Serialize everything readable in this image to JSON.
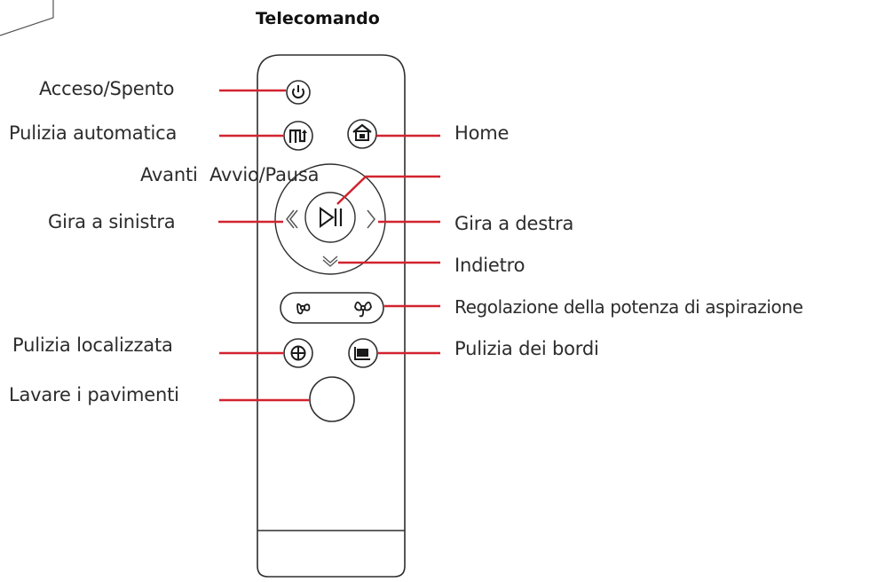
{
  "title": "Telecomando",
  "colors": {
    "leader_line": "#d2232f",
    "outline": "#2e2e2e",
    "text": "#2c2c2c"
  },
  "labels": {
    "power": "Acceso/Spento",
    "auto_clean": "Pulizia automatica",
    "home": "Home",
    "forward": "Avanti",
    "play_pause": "Avvio/Pausa",
    "turn_left": "Gira a sinistra",
    "turn_right": "Gira a destra",
    "back": "Indietro",
    "suction": "Regolazione della potenza di aspirazione",
    "spot_clean": "Pulizia localizzata",
    "edge_clean": "Pulizia dei bordi",
    "mop": "Lavare i pavimenti"
  },
  "icons": {
    "power": "power-icon",
    "auto_clean": "auto-clean-icon",
    "home": "home-icon",
    "play_pause": "play-pause-icon",
    "turn_left": "chevron-left-icon",
    "turn_right": "chevron-right-icon",
    "back": "chevron-down-icon",
    "suction_low": "fan-low-icon",
    "suction_high": "fan-high-icon",
    "spot_clean": "spot-clean-icon",
    "edge_clean": "edge-clean-icon",
    "mop": "mop-button"
  }
}
